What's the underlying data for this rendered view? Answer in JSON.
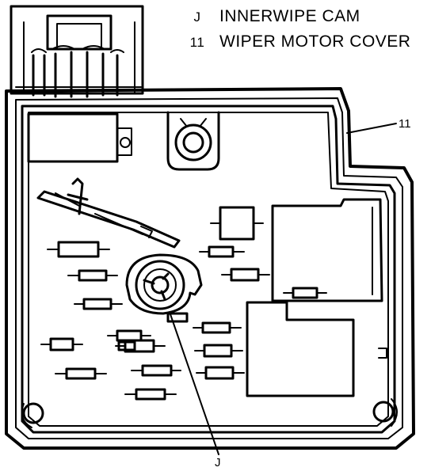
{
  "legend": [
    {
      "code": "J",
      "label": "INNERWIPE CAM"
    },
    {
      "code": "11",
      "label": "WIPER MOTOR COVER"
    }
  ],
  "callouts": {
    "cover": "11",
    "cam": "J"
  },
  "components": {
    "resistors": 17,
    "connector": "wiring-harness-connector",
    "relay_blocks": 2
  }
}
